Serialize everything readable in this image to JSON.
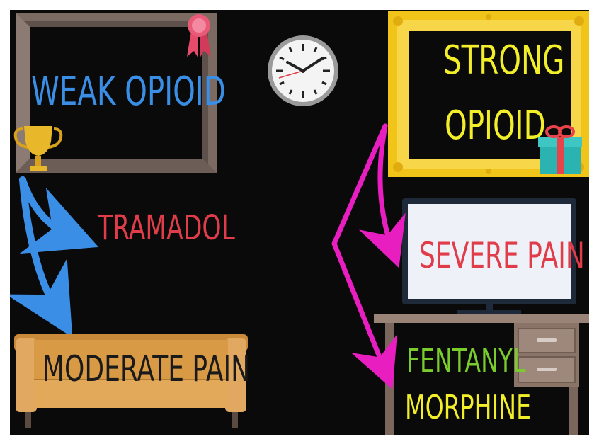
{
  "labels": {
    "weak_opioid": "WEAK OPIOID",
    "strong_line1": "STRONG",
    "strong_line2": "OPIOID",
    "tramadol": "TRAMADOL",
    "moderate_pain": "MODERATE PAIN",
    "severe_pain": "SEVERE PAIN",
    "fentanyl": "FENTANYL",
    "morphine": "MORPHINE"
  },
  "colors": {
    "background": "#0a0a0a",
    "weak_text": "#3a8ee6",
    "strong_text": "#f2ee2a",
    "red_text": "#e03c4a",
    "moderate_text": "#1a1a1a",
    "fentanyl_text": "#7acc2c",
    "morphine_text": "#f2ee2a",
    "blue_arrow": "#3a8ee6",
    "magenta_arrow": "#e91ec0",
    "gold_frame": "#f0c419",
    "brown_frame": "#7a6a62",
    "sofa": "#d99a45",
    "desk": "#8a7468"
  }
}
